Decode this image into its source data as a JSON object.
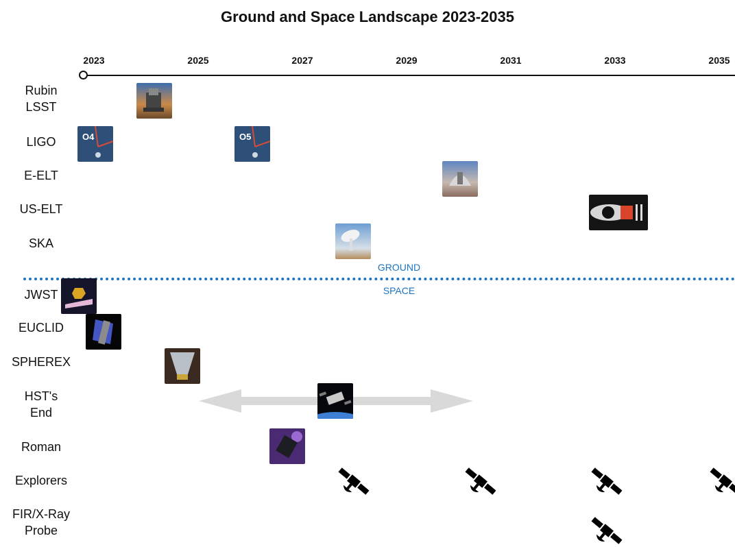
{
  "title": "Ground and Space Landscape 2023-2035",
  "timeline": {
    "years": [
      "2023",
      "2025",
      "2027",
      "2029",
      "2031",
      "2033",
      "2035"
    ]
  },
  "rows": {
    "rubin": "Rubin\nLSST",
    "ligo": "LIGO",
    "eelt": "E-ELT",
    "uselt": "US-ELT",
    "ska": "SKA",
    "jwst": "JWST",
    "euclid": "EUCLID",
    "spherex": "SPHEREX",
    "hst": "HST's\nEnd",
    "roman": "Roman",
    "explorers": "Explorers",
    "probe": "FIR/X-Ray\nProbe"
  },
  "regions": {
    "ground": "GROUND",
    "space": "SPACE"
  },
  "ligo_runs": {
    "o4": "O4",
    "o5": "O5"
  },
  "colors": {
    "divider": "#1a74c4",
    "arrow": "#d9d9d9",
    "axis": "#111111"
  },
  "icons": {
    "mission": "satellite-icon"
  }
}
